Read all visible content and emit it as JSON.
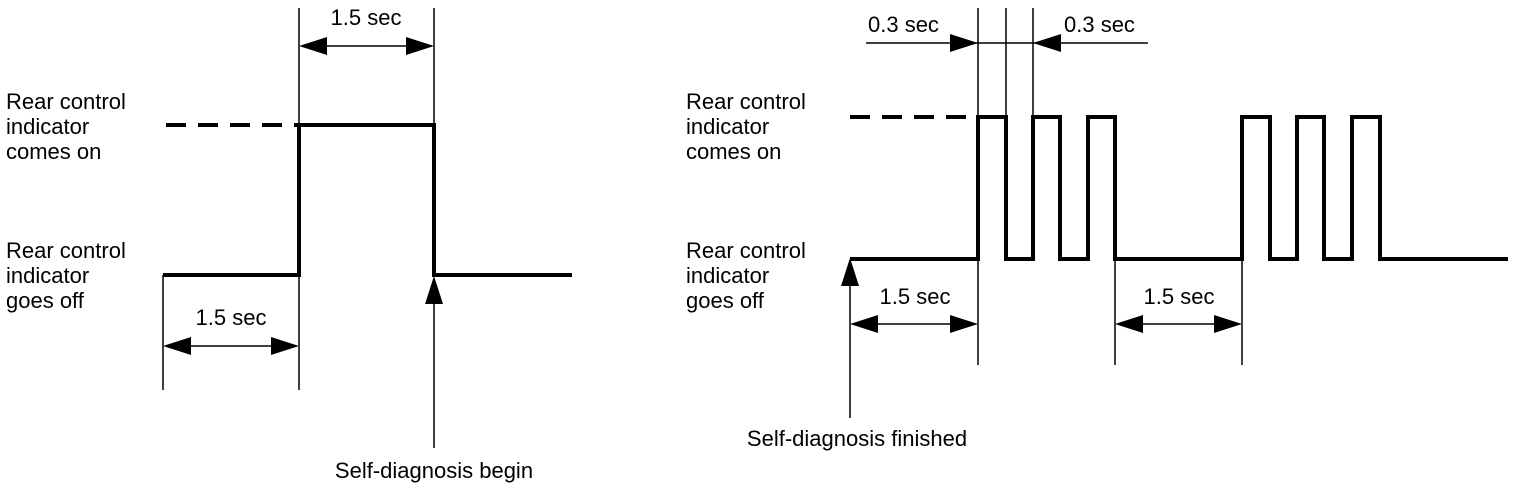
{
  "left_diagram": {
    "label_on": [
      "Rear control",
      "indicator",
      "comes on"
    ],
    "label_off": [
      "Rear control",
      "indicator",
      "goes off"
    ],
    "top_interval": "1.5 sec",
    "bottom_interval": "1.5 sec",
    "event_label": "Self-diagnosis begin"
  },
  "right_diagram": {
    "label_on": [
      "Rear control",
      "indicator",
      "comes on"
    ],
    "label_off": [
      "Rear control",
      "indicator",
      "goes off"
    ],
    "pulse_interval_left": "0.3 sec",
    "pulse_interval_right": "0.3 sec",
    "bottom_interval_left": "1.5 sec",
    "bottom_interval_right": "1.5 sec",
    "event_label": "Self-diagnosis finished"
  }
}
